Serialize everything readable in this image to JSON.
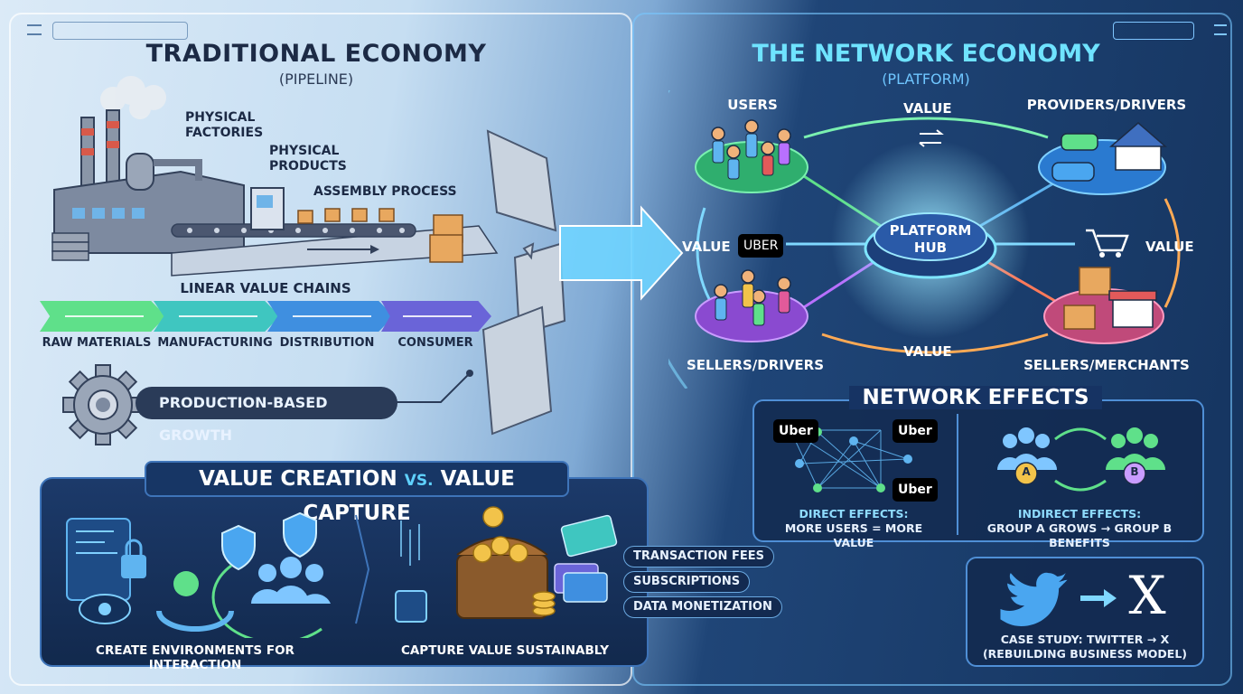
{
  "traditional": {
    "title": "TRADITIONAL ECONOMY",
    "subtitle": "(PIPELINE)",
    "labels": {
      "physical_factories": "PHYSICAL FACTORIES",
      "physical_products": "PHYSICAL PRODUCTS",
      "assembly_process": "ASSEMBLY PROCESS"
    },
    "chain_title": "LINEAR VALUE CHAINS",
    "chain_steps": [
      "RAW MATERIALS",
      "MANUFACTURING",
      "DISTRIBUTION",
      "CONSUMER"
    ],
    "chain_colors": [
      "#5fe08a",
      "#3fc6c0",
      "#3f8fe0",
      "#6a64d8"
    ],
    "growth": "PRODUCTION-BASED GROWTH"
  },
  "value": {
    "title_a": "VALUE CREATION",
    "title_vs": "vs.",
    "title_b": "VALUE CAPTURE",
    "create_caption": "CREATE ENVIRONMENTS FOR INTERACTION",
    "capture_caption": "CAPTURE VALUE SUSTAINABLY",
    "fees": [
      "TRANSACTION FEES",
      "SUBSCRIPTIONS",
      "DATA MONETIZATION"
    ]
  },
  "network": {
    "title": "THE NETWORK ECONOMY",
    "subtitle": "(PLATFORM)",
    "hub": "PLATFORM HUB",
    "nodes": {
      "users": "USERS",
      "providers": "PROVIDERS/DRIVERS",
      "sellers_drivers": "SELLERS/DRIVERS",
      "sellers_merchants": "SELLERS/MERCHANTS"
    },
    "value_label": "VALUE",
    "uber_badge": "UBER"
  },
  "network_effects": {
    "title": "NETWORK EFFECTS",
    "uber_label": "Uber",
    "direct_caption_1": "DIRECT EFFECTS:",
    "direct_caption_2": "MORE USERS = MORE VALUE",
    "indirect_caption_1": "INDIRECT EFFECTS:",
    "indirect_caption_2": "GROUP A GROWS → GROUP B BENEFITS",
    "group_a": "A",
    "group_b": "B"
  },
  "case_study": {
    "line1": "CASE STUDY: TWITTER → X",
    "line2": "(REBUILDING BUSINESS MODEL)",
    "x_glyph": "X"
  }
}
